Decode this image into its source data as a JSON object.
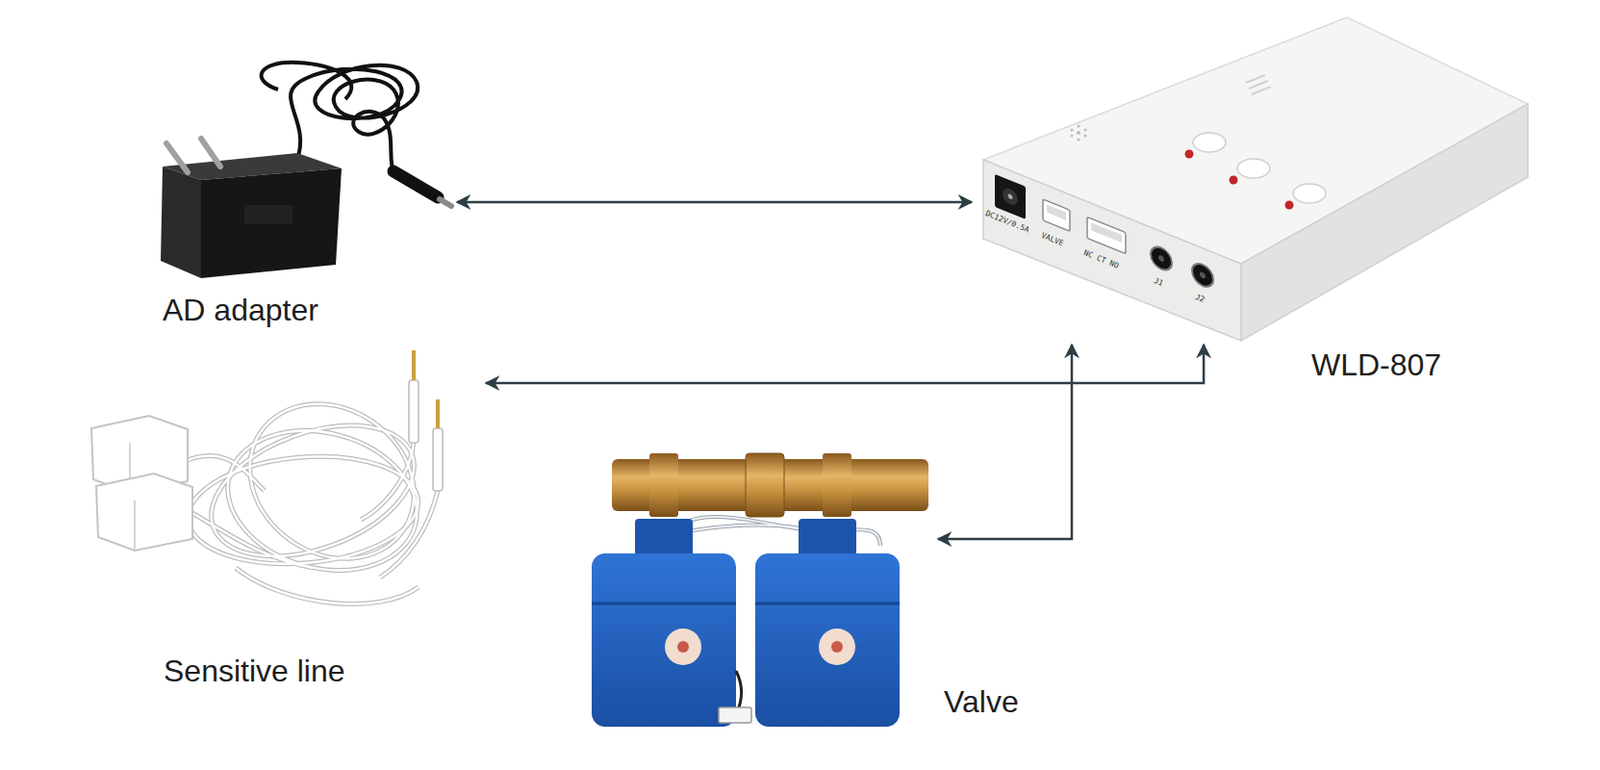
{
  "diagram": {
    "nodes": [
      {
        "text": [
          "AD adapter"
        ]
      },
      {
        "text": [
          "WLD-807"
        ]
      },
      {
        "text": [
          "Sensitive line"
        ]
      },
      {
        "text": [
          "Valve"
        ]
      }
    ],
    "edges": [
      {
        "from": 0,
        "to": 1,
        "arrow": "both"
      },
      {
        "from": 1,
        "to": 2,
        "arrow": "both"
      },
      {
        "from": 1,
        "to": 3,
        "arrow": "both"
      }
    ],
    "labels": [
      "DC12V/0.5A",
      "VALVE",
      "NC CT NO",
      "J1",
      "J2"
    ]
  }
}
